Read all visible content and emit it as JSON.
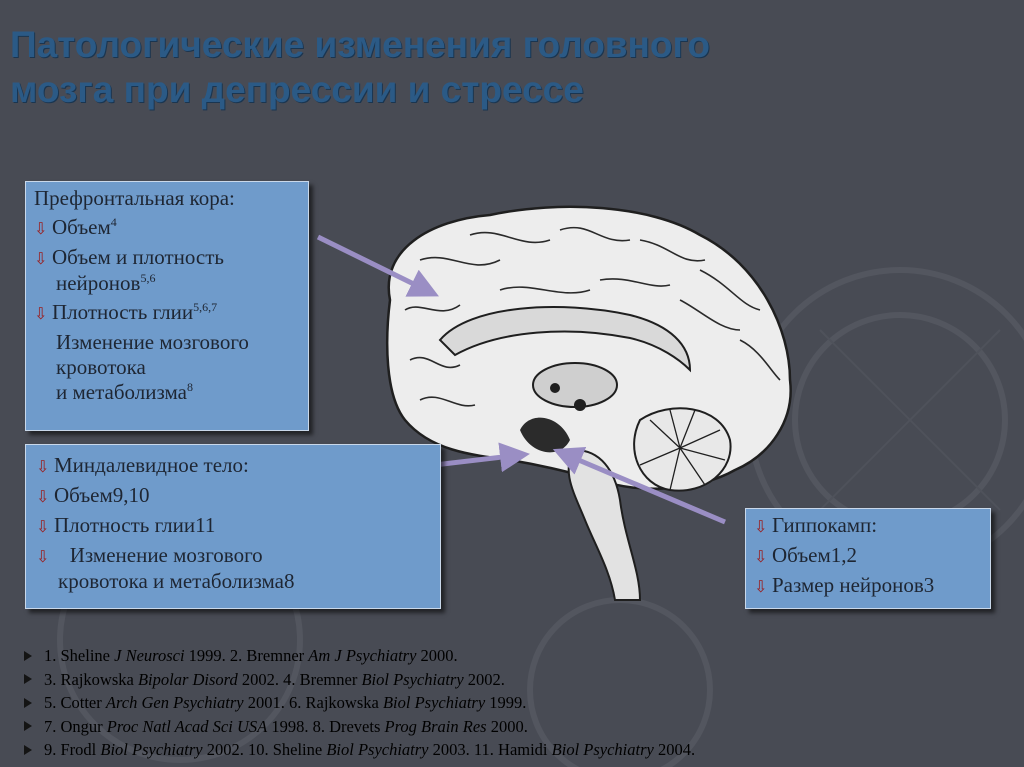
{
  "slide": {
    "title": "Патологические изменения головного мозга при депрессии и стрессе",
    "colors": {
      "background": "#484b54",
      "title": "#2b5a86",
      "box": "#6f9bcb",
      "arrow": "#9a8ec4"
    }
  },
  "prefrontal": {
    "heading": "Префронтальная кора:",
    "l1": "Объем",
    "l1_sup": "4",
    "l2a": "Объем и плотность",
    "l2b": "нейронов",
    "l2_sup": "5,6",
    "l3": "Плотность глии",
    "l3_sup": "5,6,7",
    "l4a": "Изменение мозгового",
    "l4b": "кровотока",
    "l4c": "и метаболизма",
    "l4_sup": "8"
  },
  "amygdala": {
    "l1": "Миндалевидное тело:",
    "l2": "Объем9,10",
    "l3": "Плотность глии11",
    "l4a": "Изменение мозгового",
    "l4b": "кровотока и метаболизма8"
  },
  "hippocampus": {
    "l1": "Гиппокамп:",
    "l2": "Объем1,2",
    "l3": "Размер нейронов3"
  },
  "references": [
    {
      "a1": "1. Sheline ",
      "j1": "J Neurosci",
      "b1": " 1999.  2. Bremner ",
      "j2": "Am J Psychiatry",
      "b2": " 2000."
    },
    {
      "a1": "3. Rajkowska ",
      "j1": "Bipolar Disord",
      "b1": " 2002. 4. Bremner ",
      "j2": "Biol Psychiatry",
      "b2": " 2002."
    },
    {
      "a1": "5. Cotter ",
      "j1": "Arch Gen Psychiatry",
      "b1": " 2001. 6. Rajkowska ",
      "j2": "Biol Psychiatry",
      "b2": " 1999."
    },
    {
      "a1": "7. Ongur ",
      "j1": "Proc Natl Acad Sci USA",
      "b1": " 1998. 8. Drevets ",
      "j2": "Prog Brain Res",
      "b2": " 2000."
    },
    {
      "a1": "9. Frodl ",
      "j1": "Biol Psychiatry",
      "b1": " 2002. 10. Sheline ",
      "j2": "Biol Psychiatry",
      "b2": " 2003. 11. Hamidi ",
      "j3": "Biol Psychiatry",
      "b3": " 2004."
    }
  ],
  "icons": {
    "bullet": "down-arrow-icon",
    "nav": "triangle-right-icon",
    "image": "brain-sagittal-illustration"
  }
}
